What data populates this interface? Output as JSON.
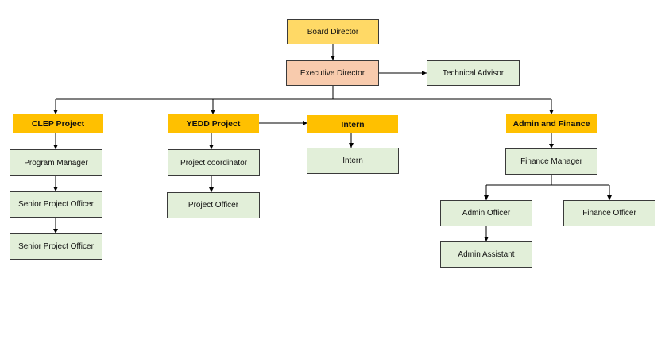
{
  "colors": {
    "board": "#ffd966",
    "executive": "#f8cbad",
    "department": "#ffc000",
    "role": "#e2efd9",
    "line": "#000000"
  },
  "nodes": {
    "board_director": "Board Director",
    "executive_director": "Executive Director",
    "technical_advisor": "Technical Advisor",
    "clep_project": "CLEP Project",
    "yedd_project": "YEDD Project",
    "intern_header": "Intern",
    "admin_finance": "Admin and Finance",
    "program_manager": "Program Manager",
    "senior_project_officer_1": "Senior Project Officer",
    "senior_project_officer_2": "Senior Project Officer",
    "project_coordinator": "Project coordinator",
    "project_officer": "Project Officer",
    "intern": "Intern",
    "finance_manager": "Finance Manager",
    "admin_officer": "Admin Officer",
    "finance_officer": "Finance Officer",
    "admin_assistant": "Admin Assistant"
  }
}
